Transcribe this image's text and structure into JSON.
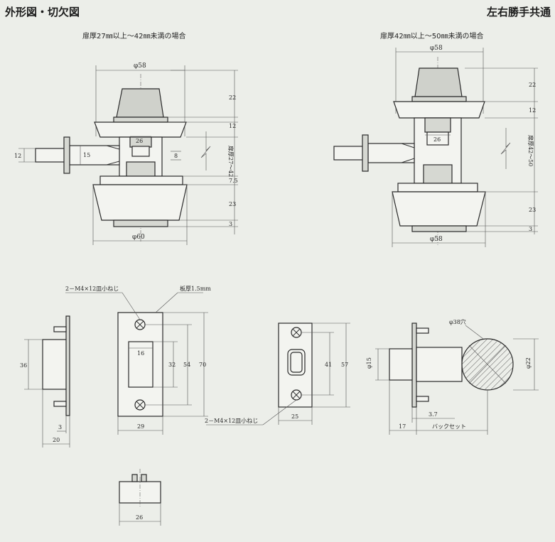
{
  "header": {
    "title_left": "外形図・切欠図",
    "title_right": "左右勝手共通"
  },
  "captions": {
    "left": "扉厚27㎜以上～42㎜未満の場合",
    "right": "扉厚42㎜以上～50㎜未満の場合"
  },
  "dims": {
    "phi58": "φ58",
    "phi60": "φ60",
    "d22": "22",
    "d12": "12",
    "d26": "26",
    "d15": "15",
    "d8": "8",
    "d7_5": "7.5",
    "d23": "23",
    "d3": "3",
    "door_27_42": "扉厚27～42",
    "door_42_50": "扉厚42～50",
    "d36": "36",
    "d20": "20",
    "d16": "16",
    "d32": "32",
    "d54": "54",
    "d70": "70",
    "d29": "29",
    "d41": "41",
    "d57": "57",
    "d25": "25",
    "phi15": "φ15",
    "phi22": "φ22",
    "phi38": "φ38穴",
    "d3_7": "3.7",
    "d17": "17",
    "backset": "バックセット"
  },
  "notes": {
    "screw_top": "2－M4×12皿小ねじ",
    "plate": "板厚1.5mm",
    "screw_bottom": "2－M4×12皿小ねじ"
  }
}
